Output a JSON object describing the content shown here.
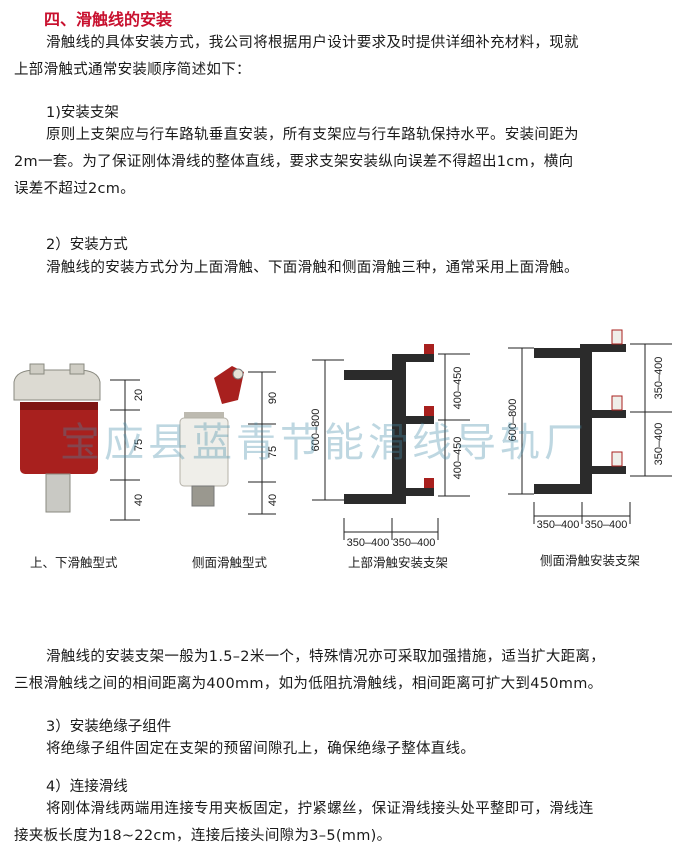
{
  "heading": "四、滑触线的安装",
  "intro": {
    "line1": "滑触线的具体安装方式，我公司将根据用户设计要求及时提供详细补充材料，现就",
    "line2": "上部滑触式通常安装顺序简述如下："
  },
  "s1": {
    "title": "1)安装支架",
    "line1": "原则上支架应与行车路轨垂直安装，所有支架应与行车路轨保持水平。安装间距为",
    "line2": "2m一套。为了保证刚体滑线的整体直线，要求支架安装纵向误差不得超出1cm，横向",
    "line3": "误差不超过2cm。"
  },
  "s2": {
    "title": "2）安装方式",
    "line1": "滑触线的安装方式分为上面滑触、下面滑触和侧面滑触三种，通常采用上面滑触。"
  },
  "figures": {
    "f1": {
      "caption": "上、下滑触型式",
      "dims": [
        "20",
        "75",
        "40"
      ]
    },
    "f2": {
      "caption": "侧面滑触型式",
      "dims": [
        "90",
        "75",
        "40"
      ]
    },
    "f3": {
      "caption": "上部滑触安装支架",
      "left": "600–800",
      "right1": "400–450",
      "right2": "400–450",
      "bottom1": "350–400",
      "bottom2": "350–400"
    },
    "f4": {
      "caption": "侧面滑触安装支架",
      "left": "600–800",
      "right1": "350–400",
      "right2": "350–400",
      "bottom1": "350–400",
      "bottom2": "350–400"
    }
  },
  "watermark": "宝应县蓝青节能滑线导轨厂",
  "s2b": {
    "line1": "滑触线的安装支架一般为1.5–2米一个，特殊情况亦可采取加强措施，适当扩大距离，",
    "line2": "三根滑触线之间的相间距离为400mm，如为低阻抗滑触线，相间距离可扩大到450mm。"
  },
  "s3": {
    "title": "3）安装绝缘子组件",
    "line1": "将绝缘子组件固定在支架的预留间隙孔上，确保绝缘子整体直线。"
  },
  "s4": {
    "title": "4）连接滑线",
    "line1": "将刚体滑线两端用连接专用夹板固定，拧紧螺丝，保证滑线接头处平整即可，滑线连",
    "line2": "接夹板长度为18~22cm，连接后接头间隙为3–5(mm)。"
  },
  "colors": {
    "heading": "#c8102e",
    "insulator_red": "#a8201e",
    "bracket": "#2b2b2b",
    "watermark": "#468caa"
  }
}
